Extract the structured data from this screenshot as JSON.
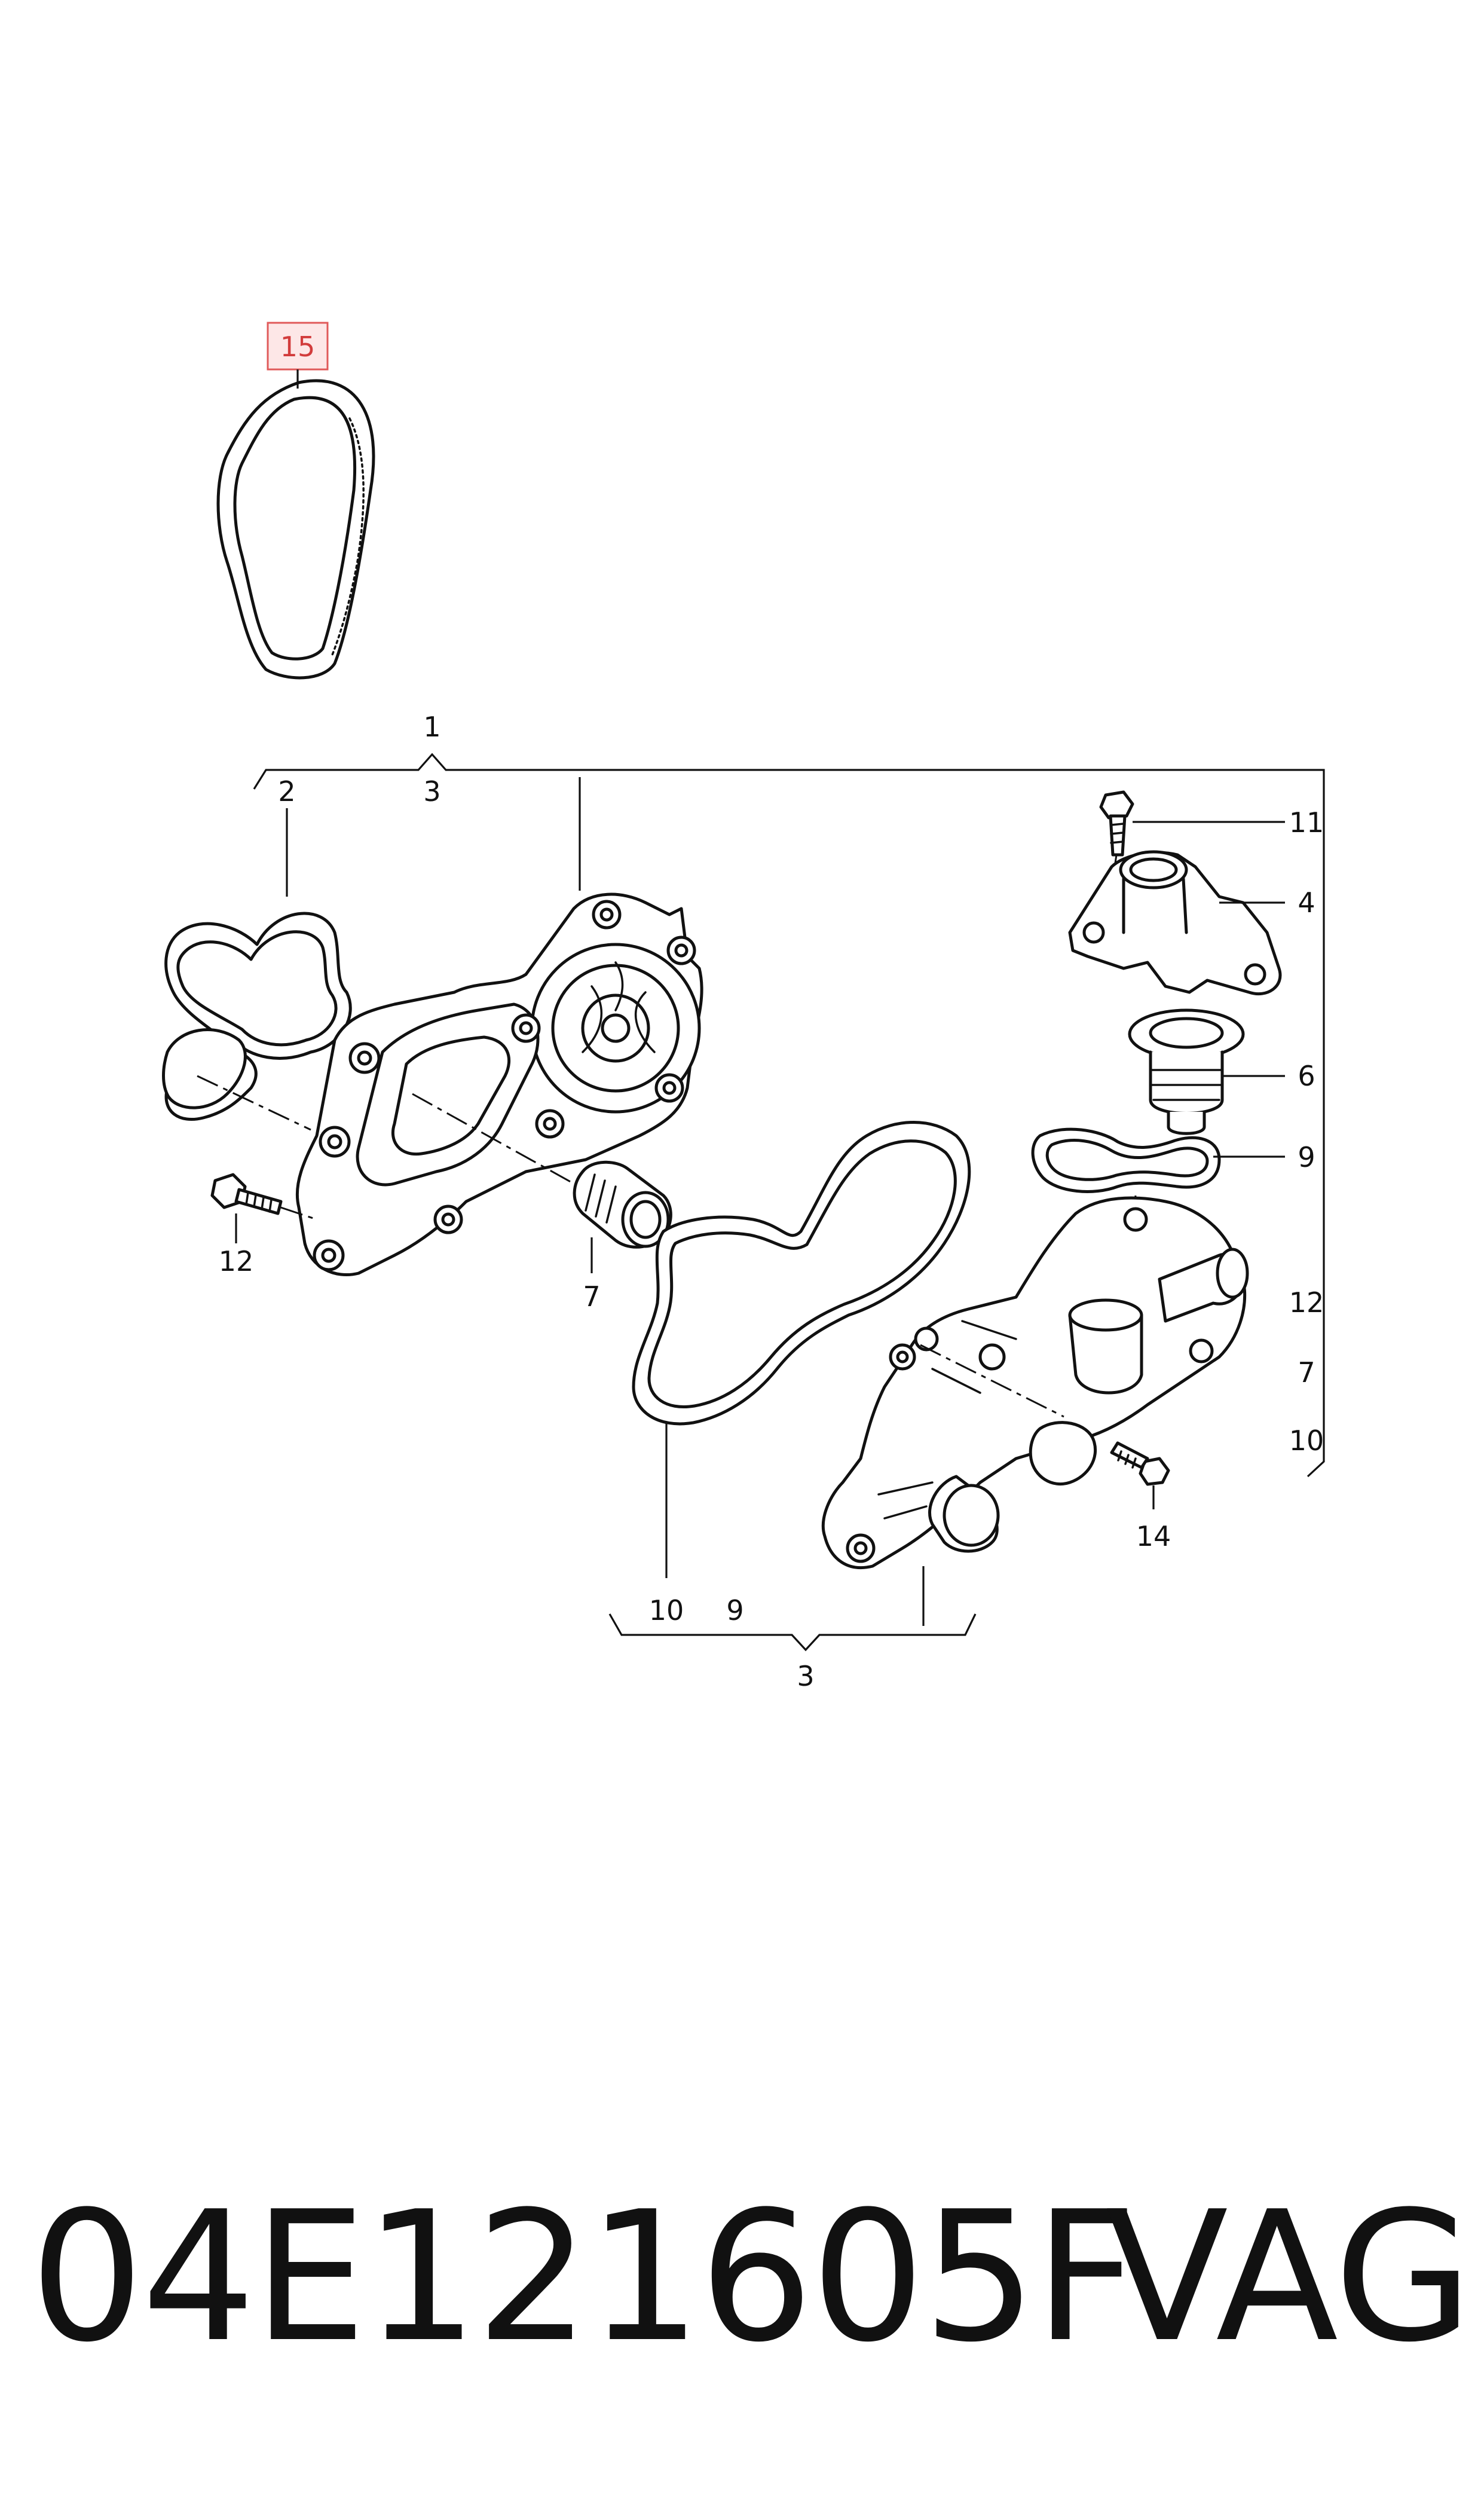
{
  "callouts": {
    "c15": "15",
    "c1": "1",
    "c3_top": "3",
    "c2": "2",
    "c11": "11",
    "c4": "4",
    "c6": "6",
    "c9_right": "9",
    "c12_left": "12",
    "c7_left": "7",
    "c12_right": "12",
    "c7_right": "7",
    "c10_right": "10",
    "c14": "14",
    "c10_bottom": "10",
    "c9_bottom": "9",
    "c3_bottom": "3"
  },
  "highlight": {
    "color": "#e05a5a",
    "fill": "#fde7e7",
    "callout": "15"
  },
  "footer": {
    "part_number": "04E121605F",
    "brand": "VAG"
  }
}
